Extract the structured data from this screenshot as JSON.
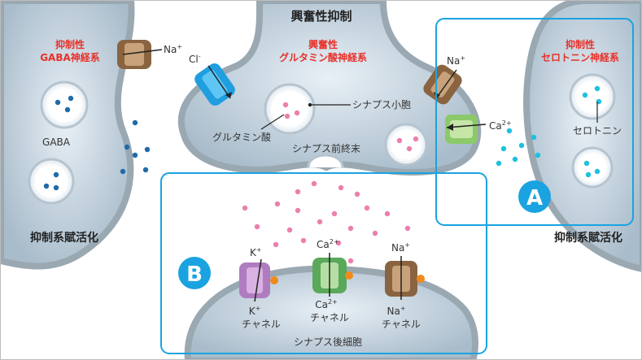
{
  "title": "興奮性抑制",
  "left_neuron": {
    "label_line1": "抑制性",
    "label_line2": "GABA神経系",
    "vesicle_label": "GABA",
    "status": "抑制系賦活化"
  },
  "center_neuron": {
    "label_line1": "興奮性",
    "label_line2": "グルタミン酸神経系",
    "vesicle_callout": "シナプス小胞",
    "transmitter": "グルタミン酸",
    "terminal": "シナプス前終末"
  },
  "right_neuron": {
    "label_line1": "抑制性",
    "label_line2": "セロトニン神経系",
    "transmitter": "セロトニン",
    "status": "抑制系賦活化"
  },
  "channels": {
    "cl": {
      "ion": "Cl",
      "sup": "-",
      "color": "#1f9ee0"
    },
    "na_left": {
      "ion": "Na",
      "sup": "+",
      "color": "#8a6440"
    },
    "na_right": {
      "ion": "Na",
      "sup": "+",
      "color": "#8a6440"
    },
    "ca_pre": {
      "ion": "Ca",
      "sup": "2+",
      "color": "#8cc96a"
    }
  },
  "box_a": {
    "badge": "A",
    "color": "#1aa3e0"
  },
  "box_b": {
    "badge": "B",
    "color": "#1aa3e0",
    "channels": [
      {
        "ion": "K",
        "sup": "+",
        "name": "チャネル",
        "color": "#b07cc0"
      },
      {
        "ion": "Ca",
        "sup": "2+",
        "name": "チャネル",
        "color": "#5aa85a"
      },
      {
        "ion": "Na",
        "sup": "+",
        "name": "チャネル",
        "color": "#8a6440"
      }
    ]
  },
  "postsynaptic": {
    "label": "シナプス後細胞"
  },
  "colors": {
    "cell_fill": "#b8cad8",
    "cell_stroke": "#9aa8b2",
    "glutamate": "#ec7fae",
    "gaba": "#1f6aa8",
    "serotonin": "#1fc0e0",
    "badge": "#1aa3e0"
  }
}
